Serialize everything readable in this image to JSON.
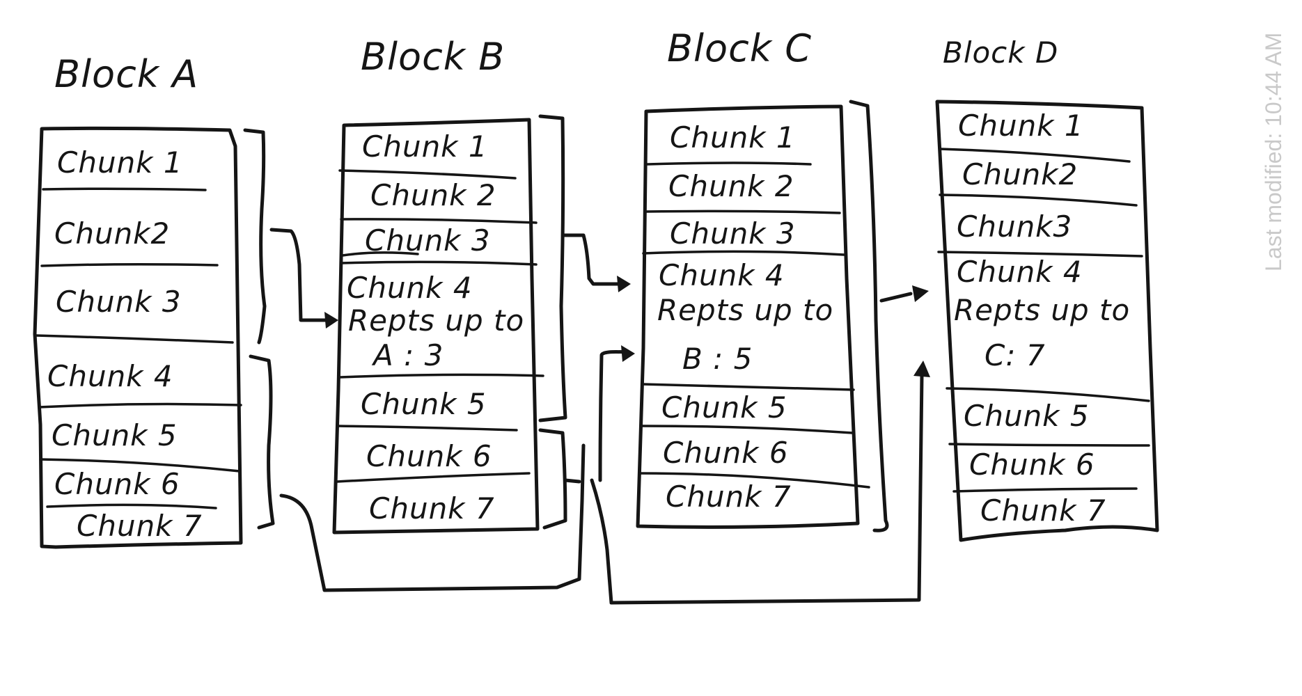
{
  "watermark": "Last modified: 10:44 AM",
  "blocks": [
    {
      "title": "Block A",
      "chunks": [
        "Chunk 1",
        "Chunk2",
        "Chunk 3",
        "Chunk 4",
        "Chunk 5",
        "Chunk 6",
        "Chunk 7"
      ]
    },
    {
      "title": "Block B",
      "chunks": [
        "Chunk 1",
        "Chunk 2",
        "Chunk 3",
        "Chunk 4",
        "Repts up to",
        "A : 3",
        "Chunk 5",
        "Chunk 6",
        "Chunk 7"
      ]
    },
    {
      "title": "Block C",
      "chunks": [
        "Chunk 1",
        "Chunk 2",
        "Chunk 3",
        "Chunk 4",
        "Repts up to",
        "B : 5",
        "Chunk 5",
        "Chunk 6",
        "Chunk 7"
      ]
    },
    {
      "title": "Block D",
      "chunks": [
        "Chunk 1",
        "Chunk2",
        "Chunk3",
        "Chunk 4",
        "Repts up to",
        "C: 7",
        "Chunk 5",
        "Chunk 6",
        "Chunk 7"
      ]
    }
  ]
}
